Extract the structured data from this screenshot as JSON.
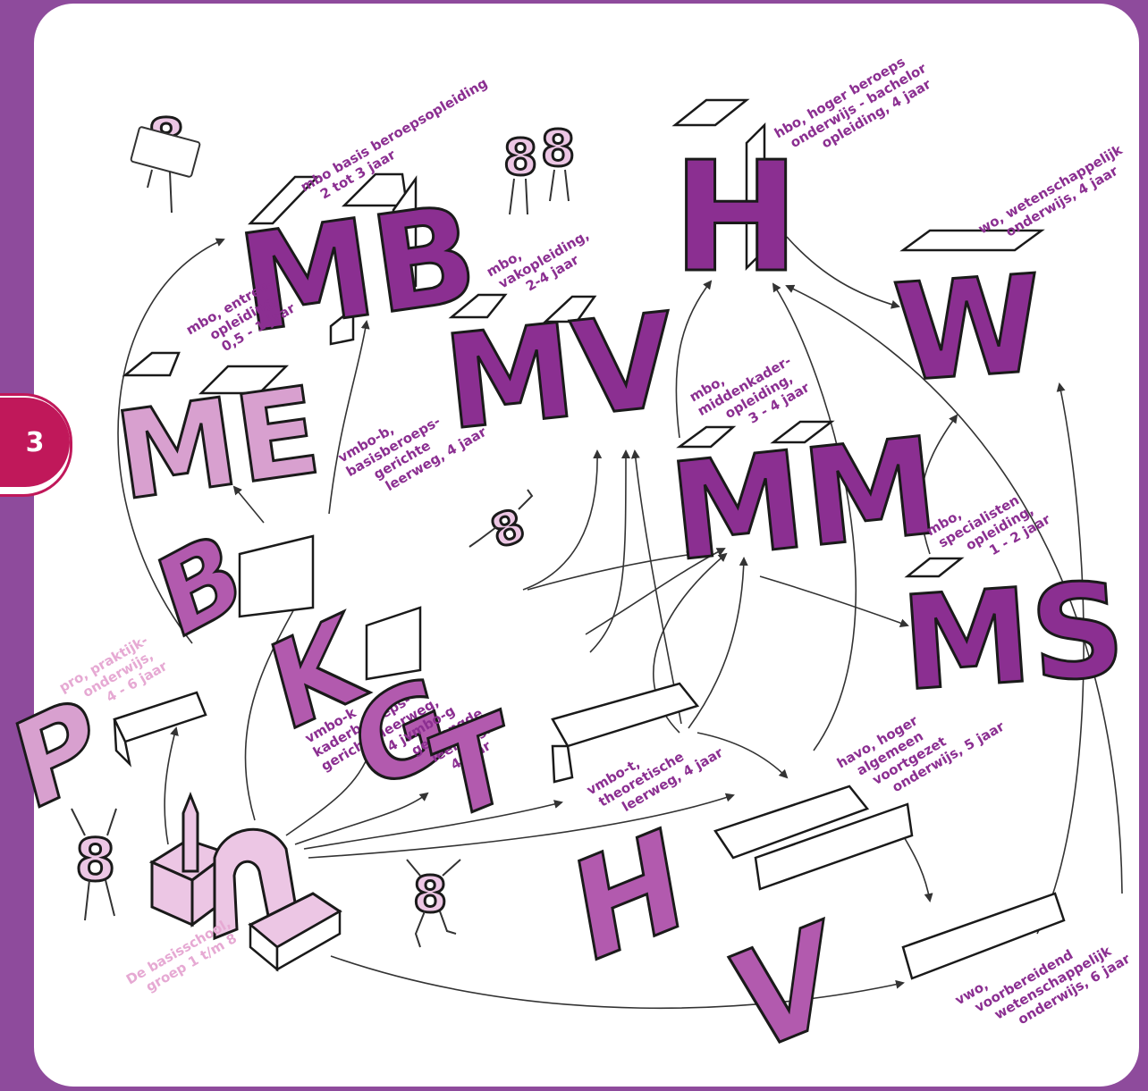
{
  "badge": {
    "number": "3"
  },
  "nodes": {
    "mb": {
      "letters": "MB",
      "label": [
        "mbo basis beroepsopleiding",
        "2 tot 3 jaar"
      ]
    },
    "me": {
      "letters": "ME",
      "label": [
        "mbo, entree-",
        "opleiding,",
        "0,5 - 1 jaar"
      ]
    },
    "mv": {
      "letters": "MV",
      "label": [
        "mbo,",
        "vakopleiding,",
        "2-4 jaar"
      ]
    },
    "h_hbo": {
      "letters": "H",
      "label": [
        "hbo, hoger beroeps",
        "onderwijs - bachelor",
        "opleiding, 4 jaar"
      ]
    },
    "w": {
      "letters": "W",
      "label": [
        "wo, wetenschappelijk",
        "onderwijs, 4 jaar"
      ]
    },
    "mm": {
      "letters": "MM",
      "label": [
        "mbo,",
        "middenkader-",
        "opleiding,",
        "3 - 4 jaar"
      ]
    },
    "ms": {
      "letters": "MS",
      "label": [
        "mbo,",
        "specialisten",
        "opleiding,",
        "1 - 2 jaar"
      ]
    },
    "b": {
      "letters": "B",
      "label": [
        "vmbo-b,",
        "basisberoeps-",
        "gerichte",
        "leerweg, 4 jaar"
      ]
    },
    "k": {
      "letters": "K",
      "label": [
        "vmbo-k",
        "kaderberoeps-",
        "gerichte leerweg,",
        "4 jaar"
      ]
    },
    "g": {
      "letters": "G",
      "label": [
        "vmbo-g",
        "gemengde",
        "leerweg,",
        "4 jaar"
      ]
    },
    "t": {
      "letters": "T",
      "label": [
        "vmbo-t,",
        "theoretische",
        "leerweg, 4 jaar"
      ]
    },
    "p": {
      "letters": "P",
      "label": [
        "pro, praktijk-",
        "onderwijs,",
        "4 - 6 jaar"
      ]
    },
    "h_havo": {
      "letters": "H",
      "label": [
        "havo, hoger",
        "algemeen",
        "voortgezet",
        "onderwijs, 5 jaar"
      ]
    },
    "v": {
      "letters": "V",
      "label": [
        "vwo,",
        "voorbereidend",
        "wetenschappelijk",
        "onderwijs, 6 jaar"
      ]
    },
    "basis": {
      "label": [
        "De basisschool,",
        "groep 1 t/m 8"
      ]
    }
  },
  "mascot": {
    "glyph": "8"
  },
  "colors": {
    "frame": "#8e4b9c",
    "badge": "#c0185a",
    "dark": "#8b2f91",
    "light": "#e6a9d3"
  }
}
